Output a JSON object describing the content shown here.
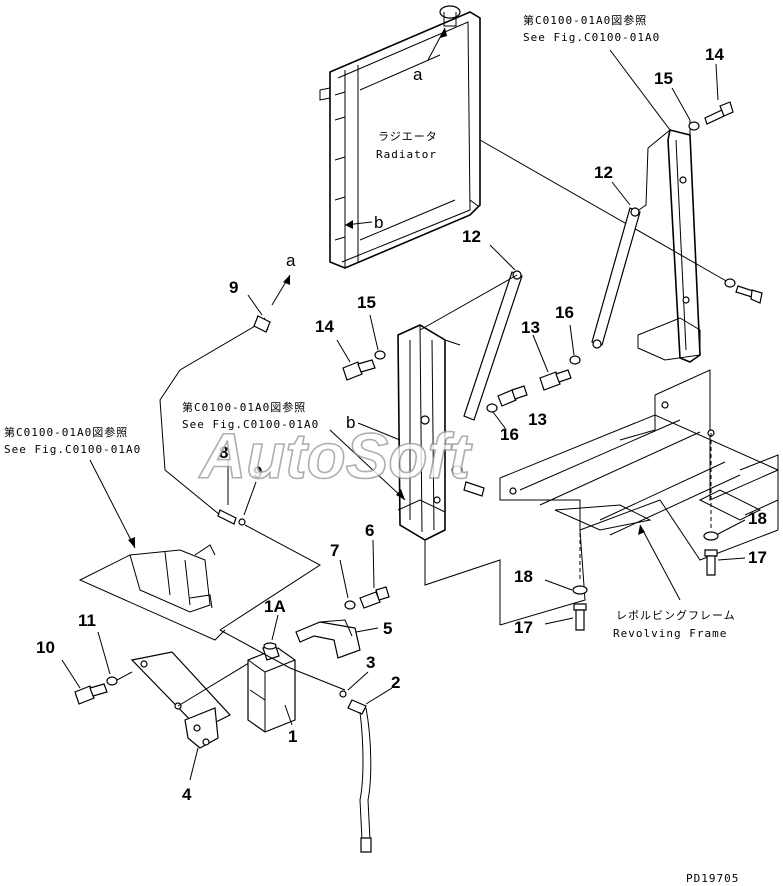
{
  "labels": {
    "radiator_jp": "ラジエータ",
    "radiator_en": "Radiator",
    "frame_jp": "レボルビングフレーム",
    "frame_en": "Revolving Frame",
    "ref_top_jp": "第C0100-01A0図参照",
    "ref_top_en": "See Fig.C0100-01A0",
    "ref_mid_jp": "第C0100-01A0図参照",
    "ref_mid_en": "See Fig.C0100-01A0",
    "ref_left_jp": "第C0100-01A0図参照",
    "ref_left_en": "See Fig.C0100-01A0",
    "drawing_no": "PD19705",
    "watermark": "AutoSoft"
  },
  "letters": {
    "a_top": "a",
    "a_hose": "a",
    "b_radiator": "b",
    "b_mid": "b"
  },
  "callouts": [
    "14",
    "15",
    "12",
    "12",
    "9",
    "15",
    "14",
    "13",
    "16",
    "13",
    "16",
    "8",
    "9",
    "7",
    "6",
    "18",
    "17",
    "18",
    "17",
    "1A",
    "5",
    "11",
    "10",
    "3",
    "2",
    "1",
    "4"
  ]
}
